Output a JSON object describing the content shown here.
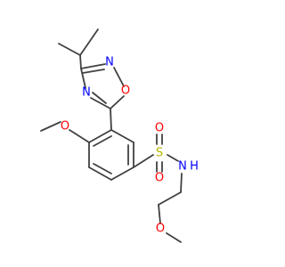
{
  "molecule": {
    "atoms": {
      "ring_n2": "N",
      "ring_o1": "O",
      "ring_n4": "N",
      "methoxy_o": "O",
      "sulfur": "S",
      "sulfonyl_o_top": "O",
      "sulfonyl_o_bottom": "O",
      "amine_n": "N",
      "amine_h": "H",
      "ether_o": "O"
    },
    "colors": {
      "nitrogen": "#0000ff",
      "oxygen": "#ff0000",
      "sulfur": "#b8b800",
      "bond": "#404040"
    }
  }
}
